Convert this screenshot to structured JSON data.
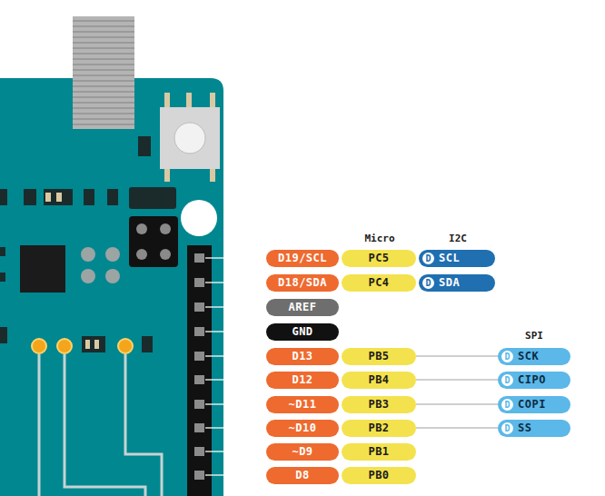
{
  "diagram": {
    "nodes": [
      {
        "text": [
          "D19/SCL"
        ]
      },
      {
        "text": [
          "PC5"
        ]
      },
      {
        "text": [
          "D",
          "SCL"
        ]
      },
      {
        "text": [
          "D18/SDA"
        ]
      },
      {
        "text": [
          "PC4"
        ]
      },
      {
        "text": [
          "D",
          "SDA"
        ]
      },
      {
        "text": [
          "AREF"
        ]
      },
      {
        "text": [
          "GND"
        ]
      },
      {
        "text": [
          "D13"
        ]
      },
      {
        "text": [
          "PB5"
        ]
      },
      {
        "text": [
          "D",
          "SCK"
        ]
      },
      {
        "text": [
          "D12"
        ]
      },
      {
        "text": [
          "PB4"
        ]
      },
      {
        "text": [
          "D",
          "CIPO"
        ]
      },
      {
        "text": [
          "~D11"
        ]
      },
      {
        "text": [
          "PB3"
        ]
      },
      {
        "text": [
          "D",
          "COPI"
        ]
      },
      {
        "text": [
          "~D10"
        ]
      },
      {
        "text": [
          "PB2"
        ]
      },
      {
        "text": [
          "D",
          "SS"
        ]
      },
      {
        "text": [
          "~D9"
        ]
      },
      {
        "text": [
          "PB1"
        ]
      },
      {
        "text": [
          "D8"
        ]
      },
      {
        "text": [
          "PB0"
        ]
      }
    ],
    "edges": [
      {
        "from": 9,
        "to": 10,
        "arrow": "none"
      },
      {
        "from": 12,
        "to": 13,
        "arrow": "none"
      },
      {
        "from": 15,
        "to": 16,
        "arrow": "none"
      },
      {
        "from": 18,
        "to": 19,
        "arrow": "none"
      }
    ],
    "labels": [
      "Micro",
      "I2C",
      "SPI"
    ]
  }
}
